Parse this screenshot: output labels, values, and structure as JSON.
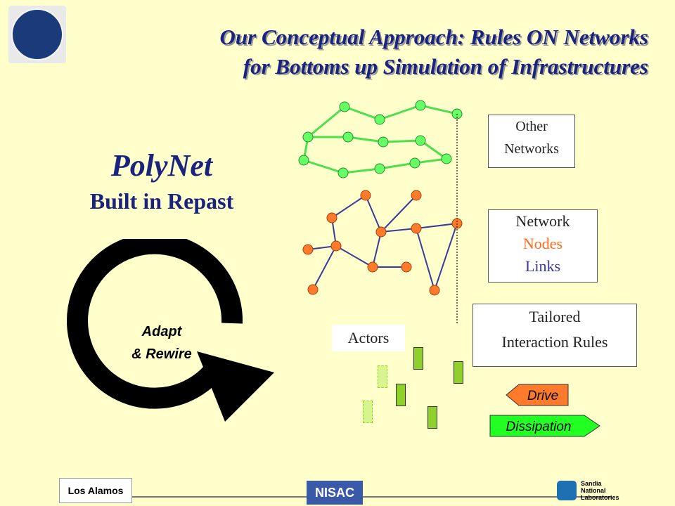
{
  "title": {
    "line1": "Our Conceptual Approach: Rules ON Networks",
    "line2": "for Bottoms up Simulation of Infrastructures"
  },
  "brand": {
    "name": "PolyNet",
    "subtitle": "Built in Repast"
  },
  "cycle": {
    "line1": "Adapt",
    "line2": "& Rewire"
  },
  "labels": {
    "other_networks": "Other Networks",
    "network": "Network",
    "nodes": "Nodes",
    "links": "Links",
    "tailored": "Tailored",
    "interaction_rules": "Interaction Rules",
    "actors": "Actors",
    "drive": "Drive",
    "dissipation": "Dissipation"
  },
  "footer": {
    "los_alamos": "Los Alamos",
    "nisac": "NISAC",
    "sandia": "Sandia National Laboratories"
  }
}
